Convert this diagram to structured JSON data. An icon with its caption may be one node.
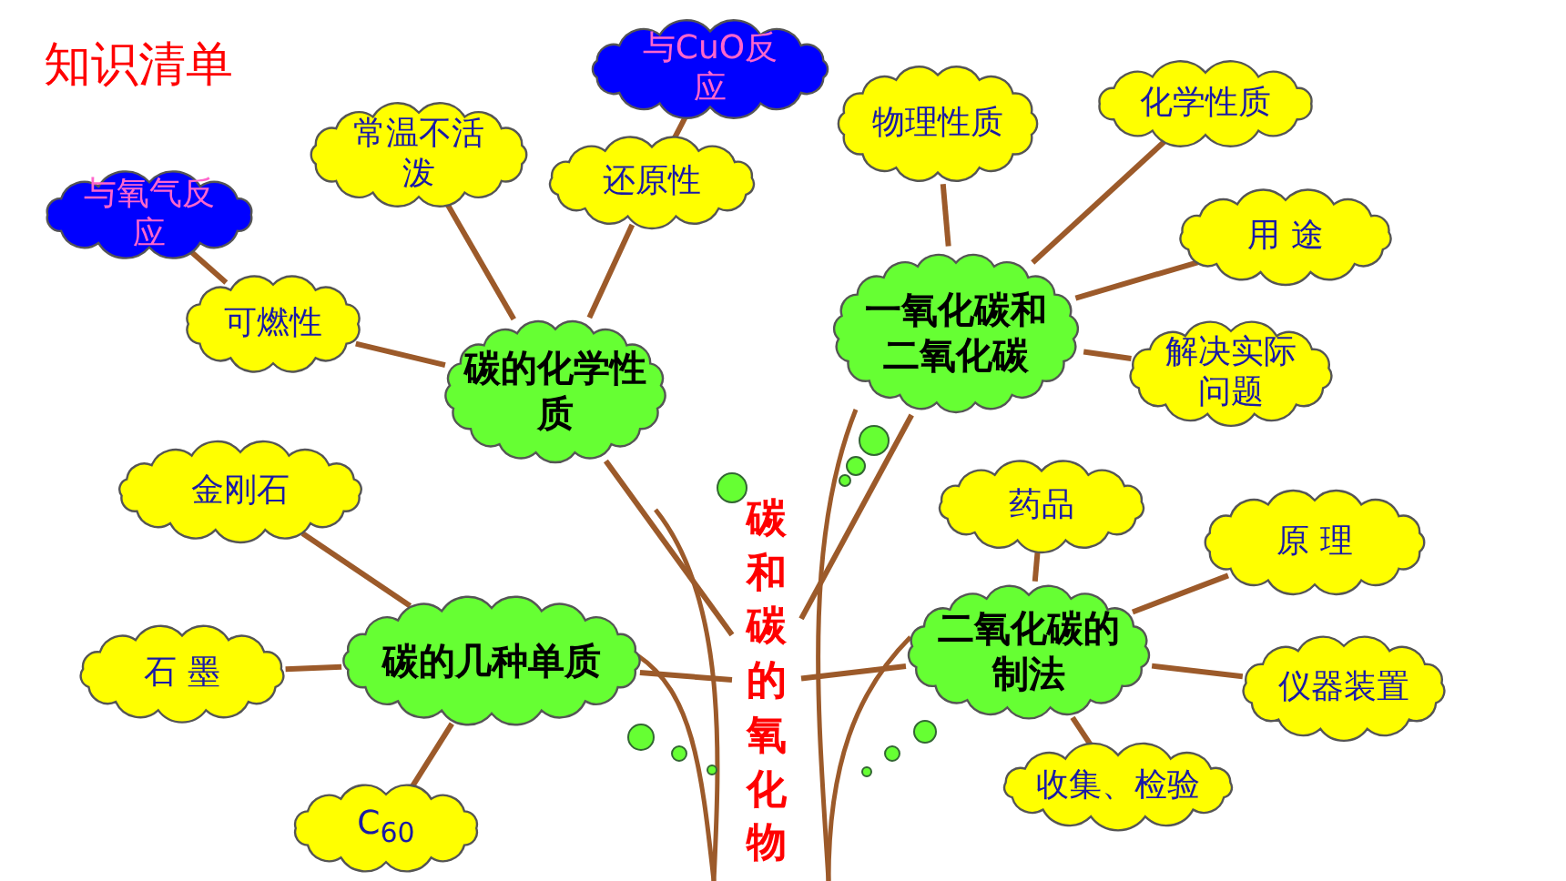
{
  "diagram": {
    "title": "知识清单",
    "nodes": [
      {
        "text": [
          "碳和碳的氧化物"
        ]
      },
      {
        "text": [
          "碳的化学性质"
        ]
      },
      {
        "text": [
          "可燃性"
        ]
      },
      {
        "text": [
          "与氧气反应"
        ]
      },
      {
        "text": [
          "常温不活泼"
        ]
      },
      {
        "text": [
          "还原性"
        ]
      },
      {
        "text": [
          "与CuO反应"
        ]
      },
      {
        "text": [
          "一氧化碳和二氧化碳"
        ]
      },
      {
        "text": [
          "物理性质"
        ]
      },
      {
        "text": [
          "化学性质"
        ]
      },
      {
        "text": [
          "用 途"
        ]
      },
      {
        "text": [
          "解决实际问题"
        ]
      },
      {
        "text": [
          "碳的几种单质"
        ]
      },
      {
        "text": [
          "金刚石"
        ]
      },
      {
        "text": [
          "石 墨"
        ]
      },
      {
        "text": [
          "C$_{60}$"
        ]
      },
      {
        "text": [
          "二氧化碳的制法"
        ]
      },
      {
        "text": [
          "药品"
        ]
      },
      {
        "text": [
          "原 理"
        ]
      },
      {
        "text": [
          "仪器装置"
        ]
      },
      {
        "text": [
          "收集、检验"
        ]
      }
    ],
    "edges": [
      {
        "from": 0,
        "to": 1,
        "arrow": "none"
      },
      {
        "from": 0,
        "to": 7,
        "arrow": "none"
      },
      {
        "from": 0,
        "to": 12,
        "arrow": "none"
      },
      {
        "from": 0,
        "to": 16,
        "arrow": "none"
      },
      {
        "from": 1,
        "to": 2,
        "arrow": "none"
      },
      {
        "from": 2,
        "to": 3,
        "arrow": "none"
      },
      {
        "from": 1,
        "to": 4,
        "arrow": "none"
      },
      {
        "from": 1,
        "to": 5,
        "arrow": "none"
      },
      {
        "from": 5,
        "to": 6,
        "arrow": "none"
      },
      {
        "from": 7,
        "to": 8,
        "arrow": "none"
      },
      {
        "from": 7,
        "to": 9,
        "arrow": "none"
      },
      {
        "from": 7,
        "to": 10,
        "arrow": "none"
      },
      {
        "from": 7,
        "to": 11,
        "arrow": "none"
      },
      {
        "from": 12,
        "to": 13,
        "arrow": "none"
      },
      {
        "from": 12,
        "to": 14,
        "arrow": "none"
      },
      {
        "from": 12,
        "to": 15,
        "arrow": "none"
      },
      {
        "from": 16,
        "to": 17,
        "arrow": "none"
      },
      {
        "from": 16,
        "to": 18,
        "arrow": "none"
      },
      {
        "from": 16,
        "to": 19,
        "arrow": "none"
      },
      {
        "from": 16,
        "to": 20,
        "arrow": "none"
      }
    ]
  }
}
